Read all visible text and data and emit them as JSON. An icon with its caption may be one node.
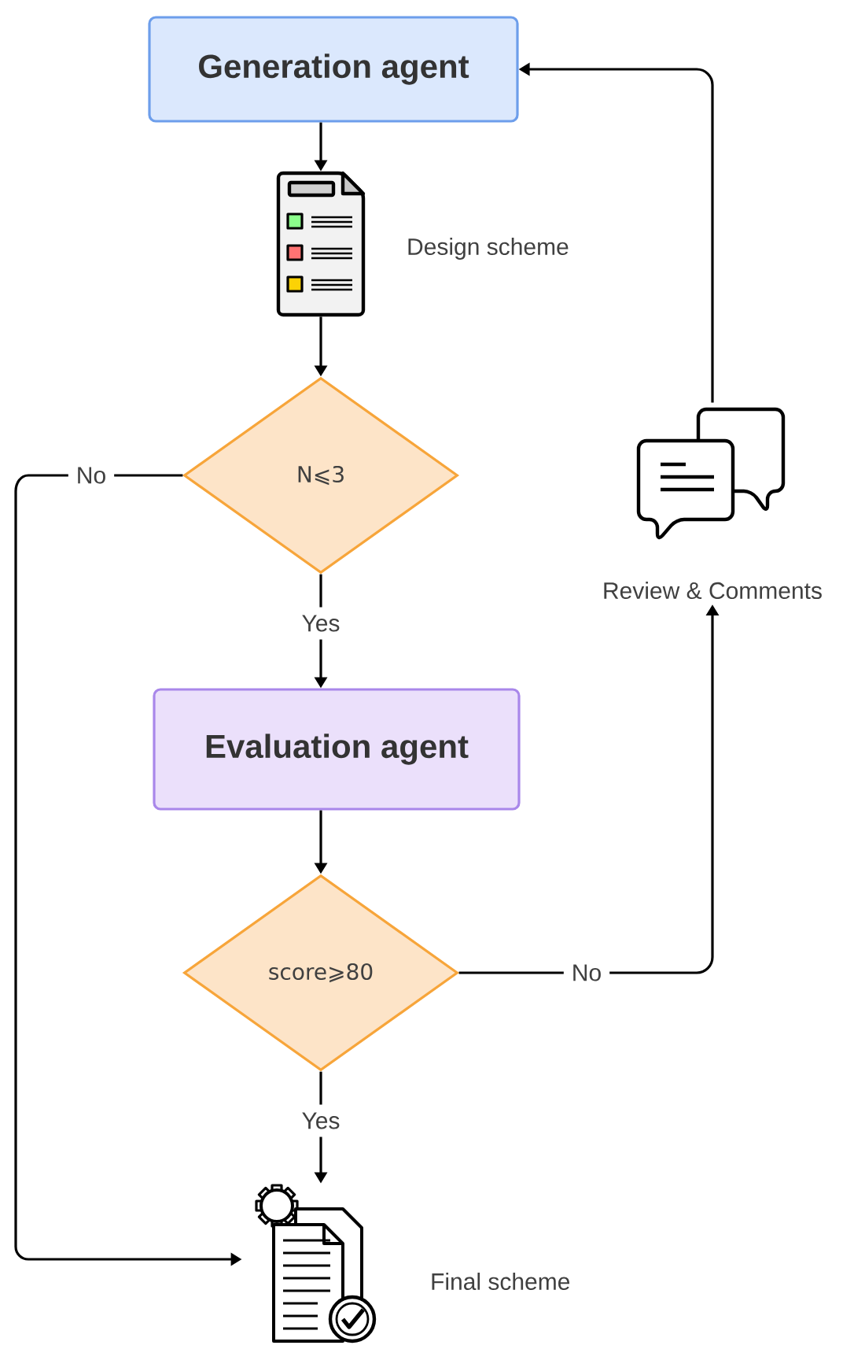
{
  "diagram": {
    "nodes": [
      {
        "text": [
          "Generation agent"
        ]
      },
      {
        "text": [],
        "shape": "picture",
        "beside": [
          "Design scheme"
        ]
      },
      {
        "text": [
          "N⩽3"
        ]
      },
      {
        "text": [
          "Evaluation agent"
        ]
      },
      {
        "text": [
          "score⩾80"
        ]
      },
      {
        "text": [],
        "shape": "picture",
        "beside": [
          "Final scheme"
        ]
      },
      {
        "text": [],
        "shape": "picture",
        "beside": [
          "Review & Comments"
        ]
      }
    ],
    "edges": [
      {
        "from": 0,
        "to": 1,
        "arrow": "to"
      },
      {
        "from": 1,
        "to": 2,
        "arrow": "to"
      },
      {
        "from": 2,
        "to": 3,
        "arrow": "to",
        "label": "Yes"
      },
      {
        "from": 2,
        "to": 5,
        "arrow": "to",
        "label": "No"
      },
      {
        "from": 3,
        "to": 4,
        "arrow": "to"
      },
      {
        "from": 4,
        "to": 6,
        "arrow": "to",
        "label": "No"
      },
      {
        "from": 4,
        "to": 5,
        "arrow": "to",
        "label": "Yes"
      },
      {
        "from": 6,
        "to": 0,
        "arrow": "to"
      }
    ]
  }
}
